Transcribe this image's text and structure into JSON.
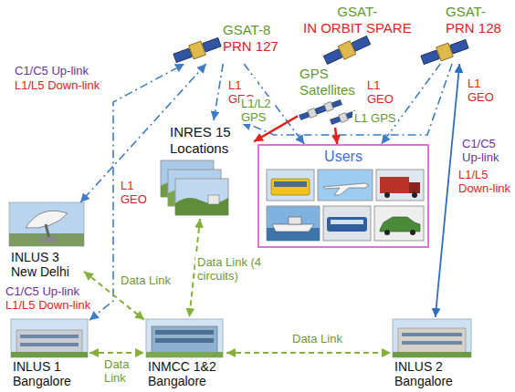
{
  "diagram": {
    "nodes": [
      {
        "text": [
          "GSAT-8",
          "PRN 127"
        ]
      },
      {
        "text": [
          "GSAT-",
          "IN ORBIT SPARE"
        ]
      },
      {
        "text": [
          "GSAT-",
          "PRN 128"
        ]
      },
      {
        "text": [
          "GPS Satellites"
        ]
      },
      {
        "text": [
          "INLUS 3 New Delhi"
        ]
      },
      {
        "text": [
          "INRES 15 Locations"
        ]
      },
      {
        "text": [
          "Users"
        ]
      },
      {
        "text": [
          "INLUS 1 Bangalore"
        ]
      },
      {
        "text": [
          "INMCC 1&2 Bangalore"
        ]
      },
      {
        "text": [
          "INLUS 2 Bangalore"
        ]
      }
    ],
    "edges": [
      {
        "from": 0,
        "to": 4,
        "arrow": "both"
      },
      {
        "from": 7,
        "to": 0,
        "arrow": "both"
      },
      {
        "from": 0,
        "to": 5,
        "arrow": "to"
      },
      {
        "from": 0,
        "to": 6,
        "arrow": "to"
      },
      {
        "from": 2,
        "to": 5,
        "arrow": "to"
      },
      {
        "from": 2,
        "to": 6,
        "arrow": "to"
      },
      {
        "from": 2,
        "to": 9,
        "arrow": "both"
      },
      {
        "from": 3,
        "to": 5,
        "arrow": "to"
      },
      {
        "from": 3,
        "to": 6,
        "arrow": "to"
      },
      {
        "from": 4,
        "to": 8,
        "arrow": "both"
      },
      {
        "from": 7,
        "to": 8,
        "arrow": "both"
      },
      {
        "from": 5,
        "to": 8,
        "arrow": "both"
      },
      {
        "from": 8,
        "to": 9,
        "arrow": "both"
      }
    ],
    "labels": [
      "C1/C5 Up-link",
      "L1/L5 Down-link",
      "L1 GEO",
      "L1 GEO",
      "L1/L2 GPS",
      "L1 GEO",
      "L1 GPS",
      "L1 GEO",
      "C1/C5 Up-link",
      "L1/L5 Down-link",
      "C1/C5 Up-link",
      "L1/L5 Down-link",
      "Data Link",
      "Data Link",
      "Data Link (4 circuits)",
      "Data Link"
    ]
  }
}
